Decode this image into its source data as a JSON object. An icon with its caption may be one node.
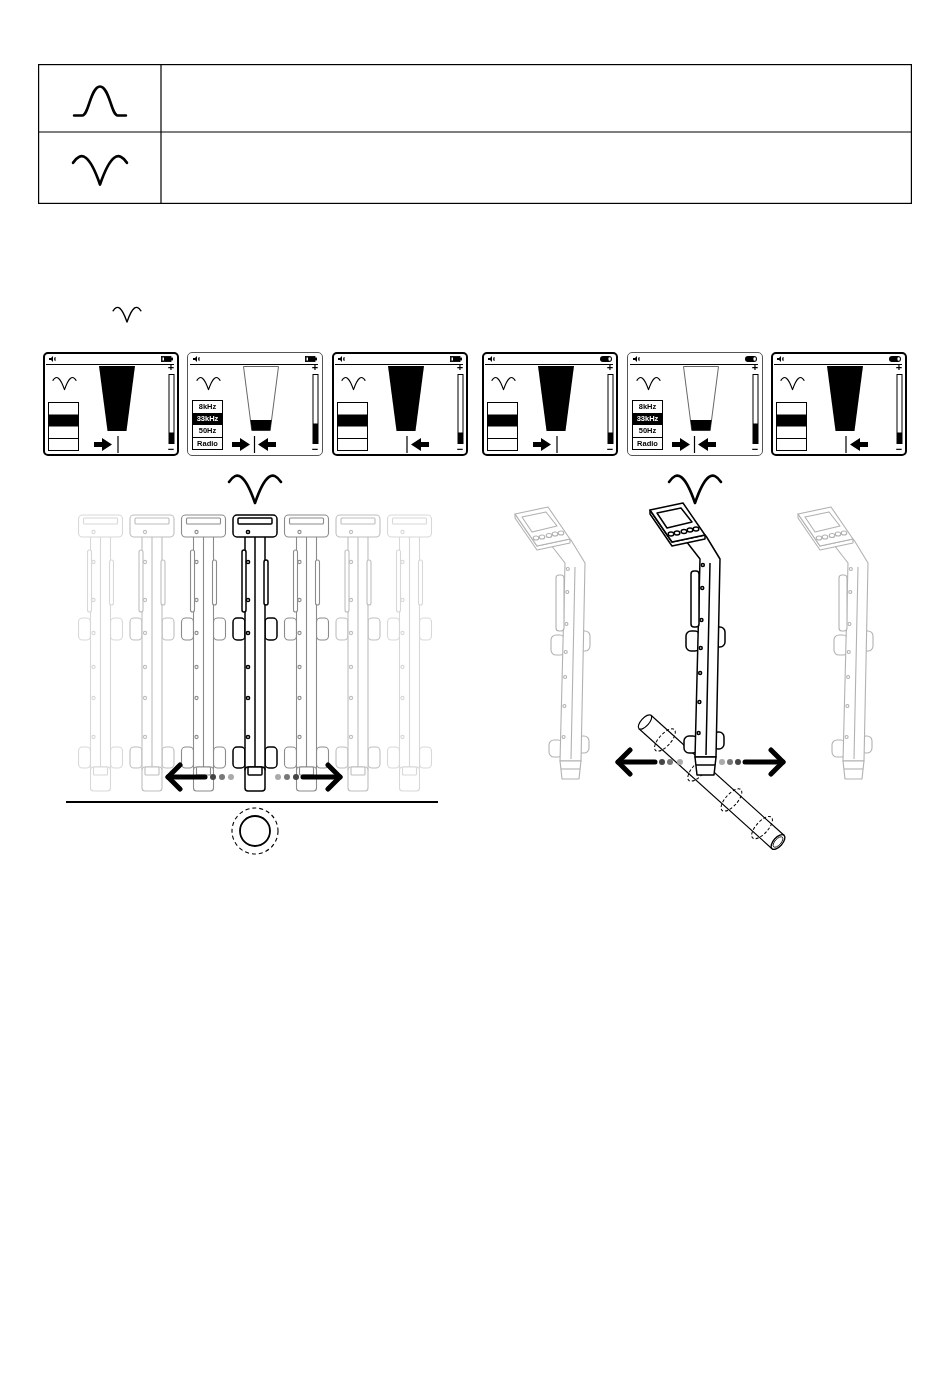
{
  "diagram": {
    "labels": [
      "+",
      "−",
      "+",
      "8kHz",
      "33kHz",
      "50Hz",
      "Radio",
      "−",
      "+",
      "−",
      "+",
      "−",
      "+",
      "8kHz",
      "33kHz",
      "50Hz",
      "Radio",
      "−",
      "+",
      "−"
    ]
  }
}
